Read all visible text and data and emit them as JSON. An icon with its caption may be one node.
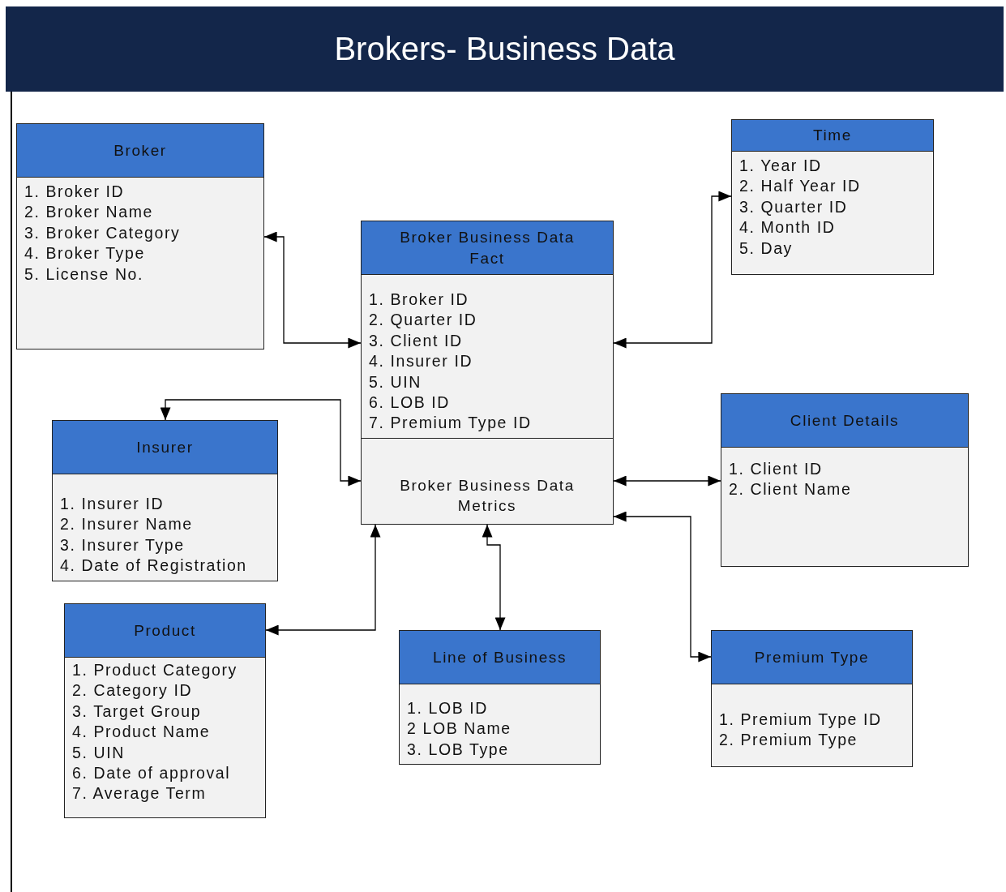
{
  "diagram": {
    "title": "Brokers- Business Data",
    "nodes": [
      {
        "text": [
          "Broker",
          "1. Broker ID",
          "2. Broker Name",
          "3. Broker Category",
          "4. Broker Type",
          "5. License No."
        ]
      },
      {
        "text": [
          "Time",
          "1. Year ID",
          "2. Half Year ID",
          "3. Quarter ID",
          "4. Month ID",
          "5. Day"
        ]
      },
      {
        "text": [
          "Broker Business Data Fact",
          "1. Broker ID",
          "2. Quarter ID",
          "3. Client ID",
          "4. Insurer ID",
          "5. UIN",
          "6. LOB ID",
          "7. Premium Type ID",
          "Broker Business Data Metrics"
        ]
      },
      {
        "text": [
          "Insurer",
          "1. Insurer ID",
          "2. Insurer Name",
          "3. Insurer Type",
          "4. Date of Registration"
        ]
      },
      {
        "text": [
          "Client Details",
          "1. Client ID",
          "2. Client Name"
        ]
      },
      {
        "text": [
          "Product",
          "1. Product Category",
          "2. Category ID",
          "3. Target Group",
          "4. Product Name",
          "5. UIN",
          "6. Date of approval",
          "7. Average Term"
        ]
      },
      {
        "text": [
          "Line of Business",
          "1. LOB ID",
          "2 LOB Name",
          "3. LOB Type"
        ]
      },
      {
        "text": [
          "Premium Type",
          "1. Premium Type ID",
          "2. Premium Type"
        ]
      }
    ],
    "edges": [
      {
        "from": 0,
        "to": 2,
        "arrow": "both"
      },
      {
        "from": 1,
        "to": 2,
        "arrow": "both"
      },
      {
        "from": 3,
        "to": 2,
        "arrow": "both"
      },
      {
        "from": 5,
        "to": 2,
        "arrow": "both"
      },
      {
        "from": 2,
        "to": 6,
        "arrow": "both"
      },
      {
        "from": 2,
        "to": 4,
        "arrow": "both"
      },
      {
        "from": 2,
        "to": 7,
        "arrow": "both"
      }
    ]
  }
}
